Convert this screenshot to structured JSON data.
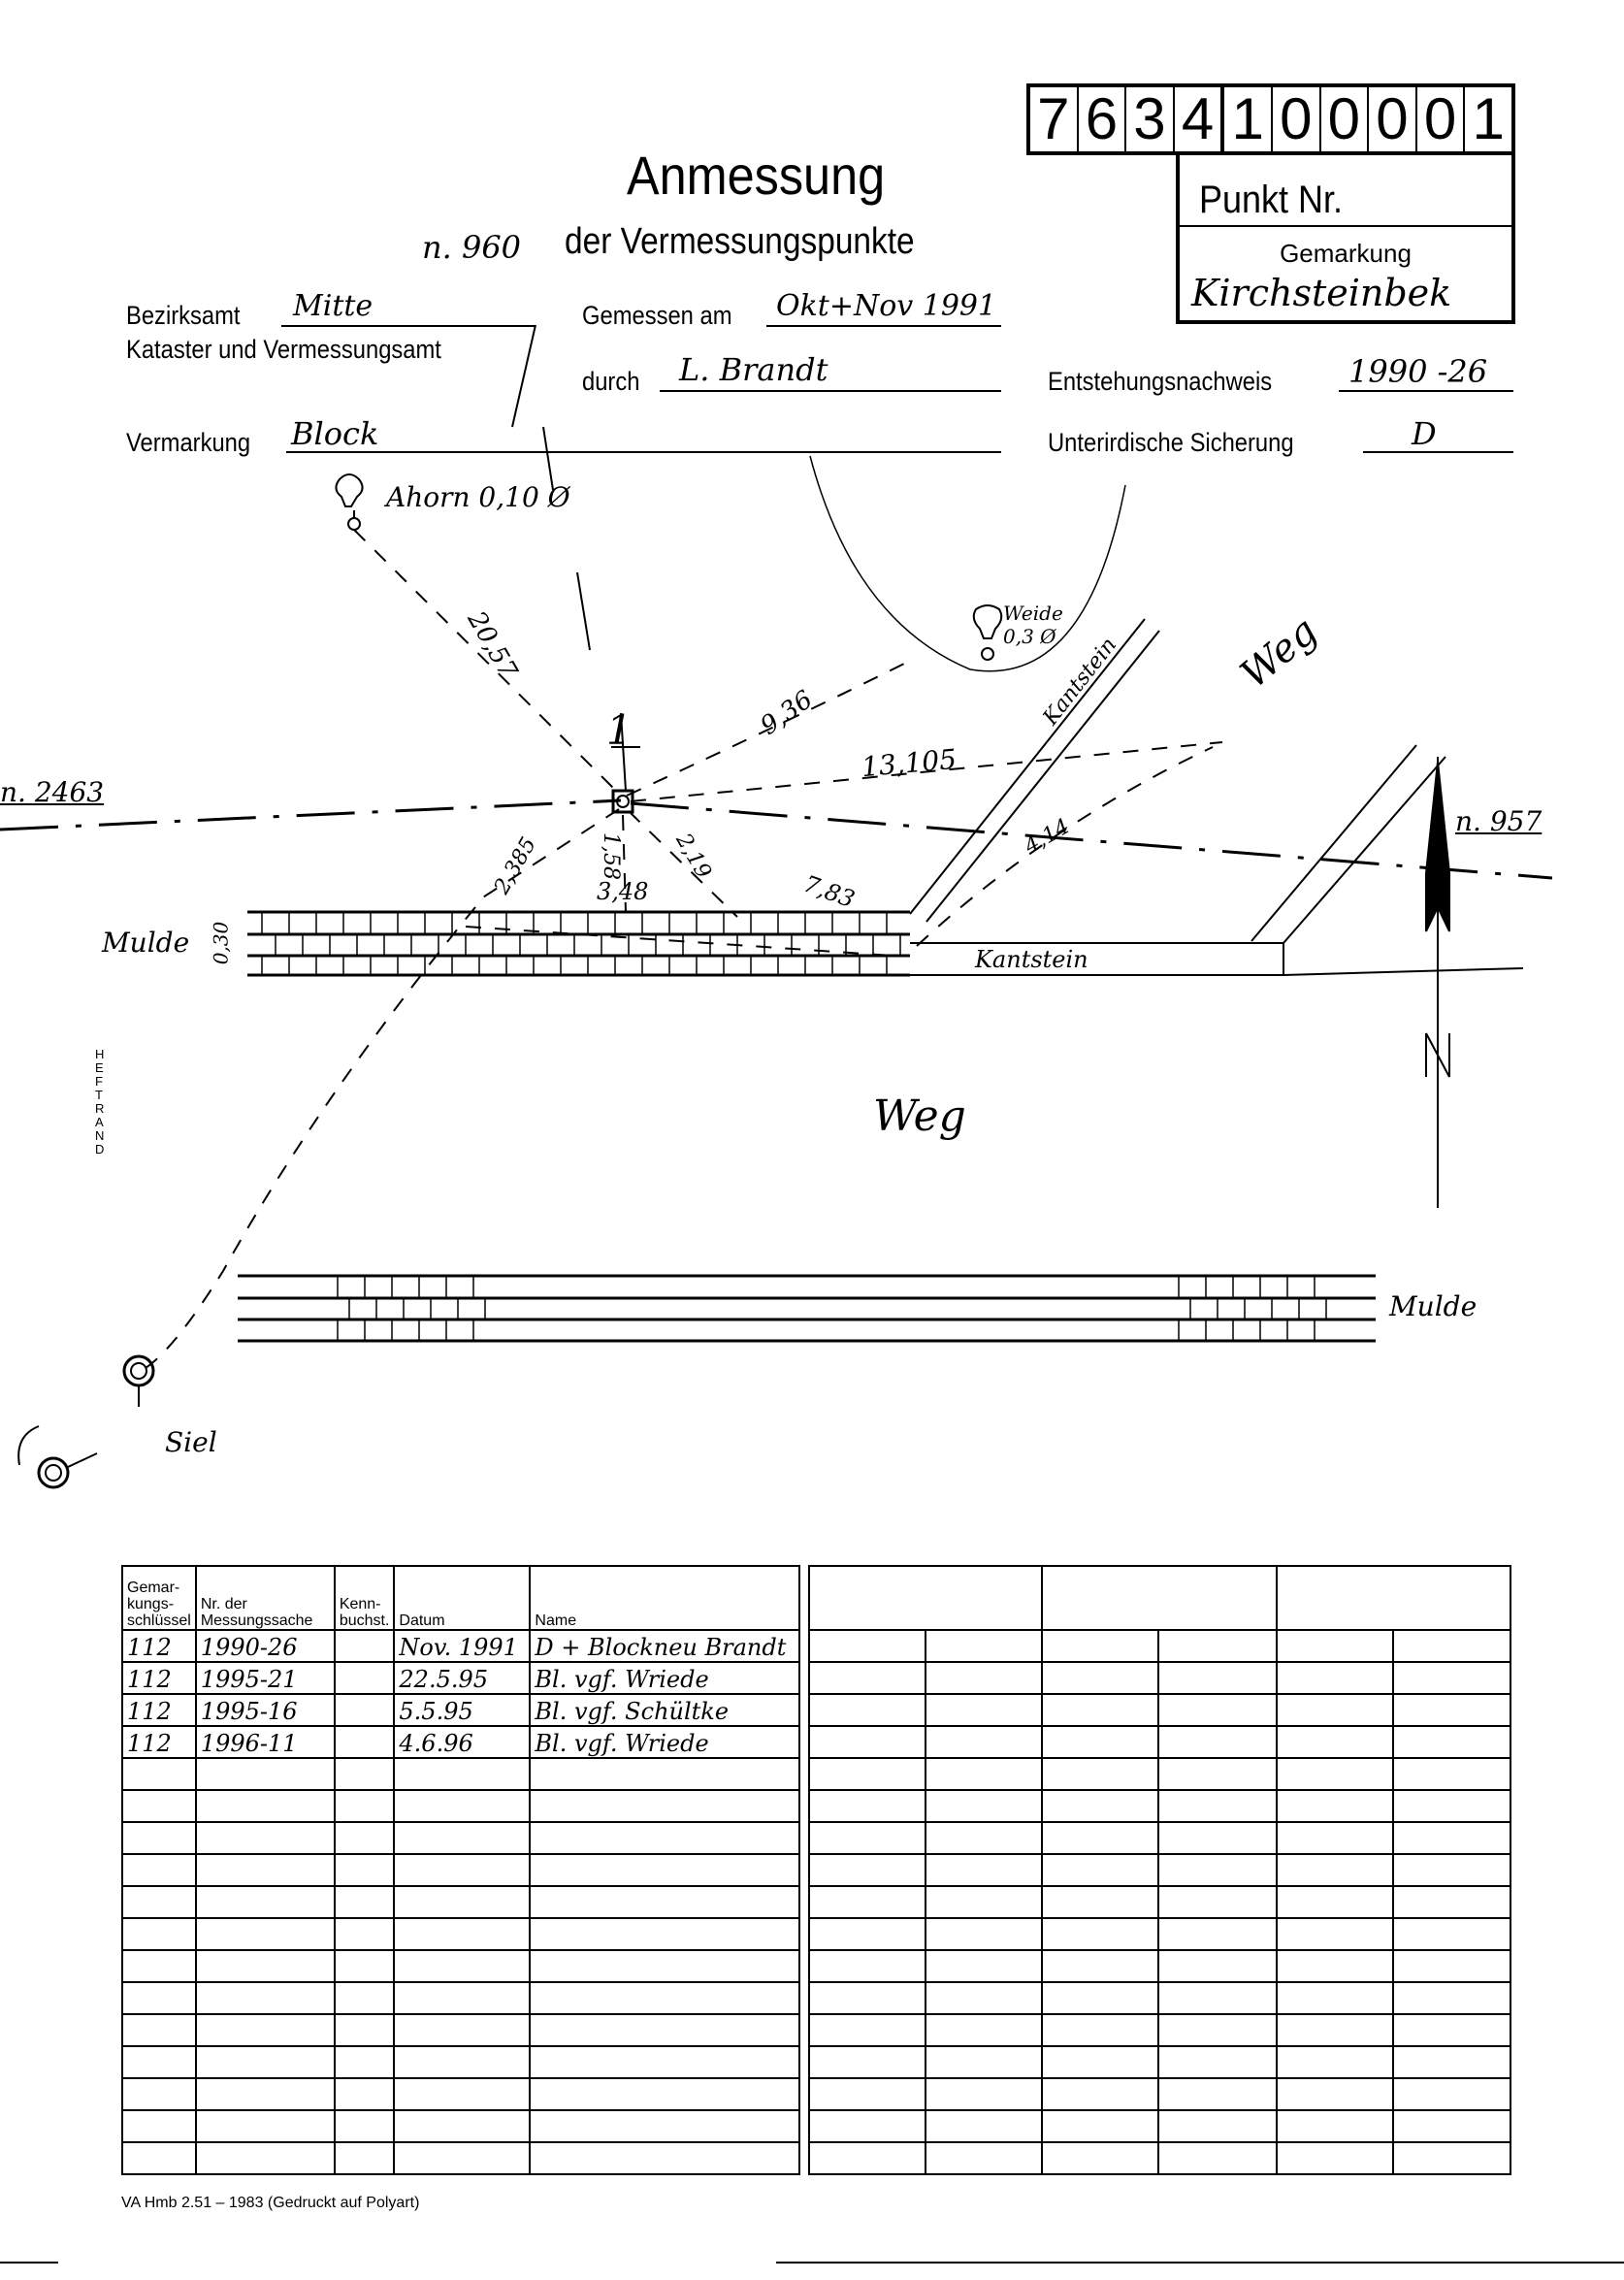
{
  "point_number_digits": [
    "7",
    "6",
    "3",
    "4",
    "1",
    "0",
    "0",
    "0",
    "0",
    "1"
  ],
  "punkt_box": {
    "label": "Punkt Nr.",
    "gemarkung_label": "Gemarkung",
    "gemarkung_value": "Kirchsteinbek"
  },
  "title": "Anmessung",
  "subtitle": "der Vermessungspunkte",
  "subtitle_ref": "n. 960",
  "form": {
    "bezirksamt_label": "Bezirksamt",
    "bezirksamt_value": "Mitte",
    "kataster_label": "Kataster und Vermessungsamt",
    "gemessen_label": "Gemessen am",
    "gemessen_value": "Okt+Nov 1991",
    "durch_label": "durch",
    "durch_value": "L. Brandt",
    "entstehung_label": "Entstehungsnachweis",
    "entstehung_value": "1990 -26",
    "vermarkung_label": "Vermarkung",
    "vermarkung_value": "Block",
    "sicherung_label": "Unterirdische Sicherung",
    "sicherung_value": "D"
  },
  "sketch": {
    "ahorn": "Ahorn 0,10 Ø",
    "weide": "Weide 0,3 Ø",
    "point_label": "1",
    "ref_left": "n. 2463",
    "ref_right": "n. 957",
    "measures": [
      "20,57",
      "9,36",
      "13,105",
      "2,385",
      "1,58",
      "2,19",
      "3,48",
      "7,83",
      "4,14",
      "0,30"
    ],
    "mulde_left": "Mulde",
    "mulde_right": "Mulde",
    "kantstein_1": "Kantstein",
    "kantstein_2": "Kantstein",
    "weg_1": "Weg",
    "weg_2": "Weg",
    "north": "N",
    "siel": "Siel",
    "heftrand": "HEFTRAND"
  },
  "table": {
    "headers": [
      "Gemar-\nkungs-\nschlüssel",
      "Nr. der\nMessungssache",
      "Kenn-\nbuchst.",
      "Datum",
      "Name"
    ],
    "rows": [
      [
        "112",
        "1990-26",
        "",
        "Nov. 1991",
        "D + Blockneu Brandt"
      ],
      [
        "112",
        "1995-21",
        "",
        "22.5.95",
        "Bl. vgf. Wriede"
      ],
      [
        "112",
        "1995-16",
        "",
        "5.5.95",
        "Bl. vgf. Schültke"
      ],
      [
        "112",
        "1996-11",
        "",
        "4.6.96",
        "Bl. vgf. Wriede"
      ]
    ],
    "empty_rows": 13
  },
  "footer": "VA Hmb 2.51 – 1983 (Gedruckt auf Polyart)"
}
